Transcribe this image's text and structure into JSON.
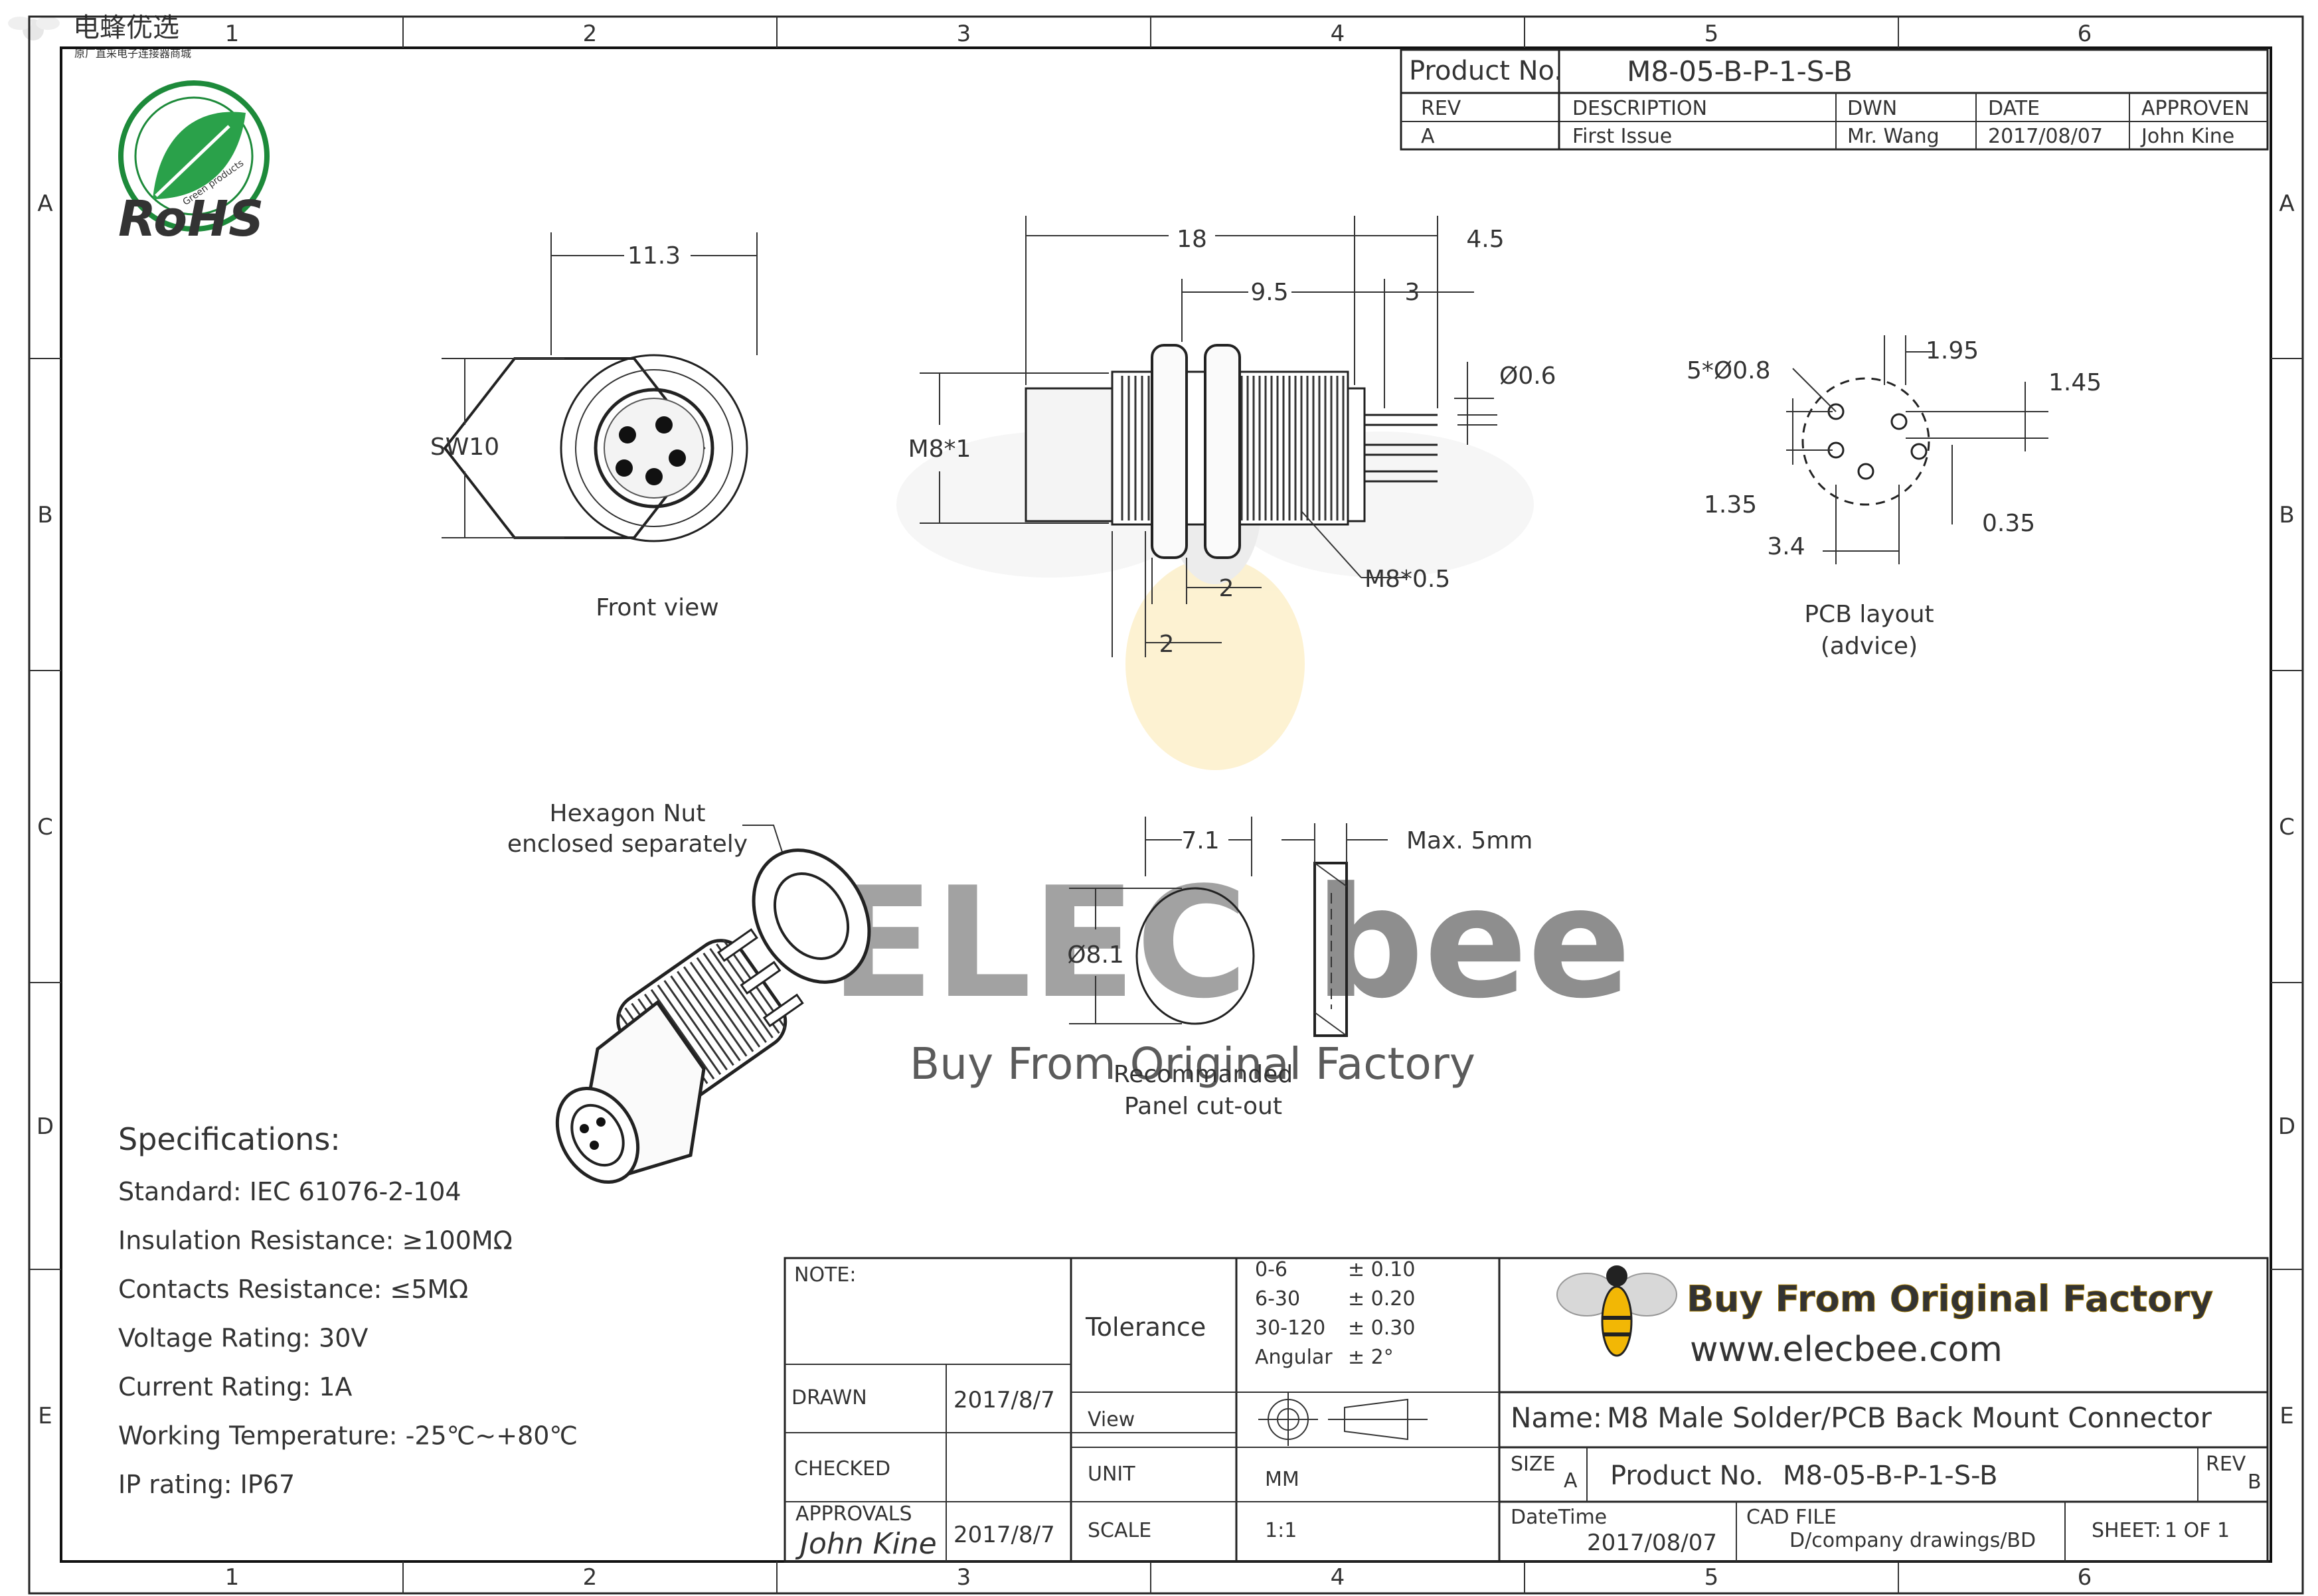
{
  "watermark_top": {
    "brand": "电蜂优选",
    "tagline": "原厂直采电子连接器商城"
  },
  "watermark_center": {
    "logo_text": "ELECbee",
    "slogan": "Buy From Original Factory"
  },
  "rohs": {
    "text": "RoHS",
    "ring_text": "Green products"
  },
  "grid": {
    "columns": [
      "1",
      "2",
      "3",
      "4",
      "5",
      "6"
    ],
    "rows": [
      "A",
      "B",
      "C",
      "D",
      "E"
    ]
  },
  "title_block_top": {
    "product_label": "Product No.",
    "product_value": "M8-05-B-P-1-S-B",
    "headers": [
      "REV",
      "DESCRIPTION",
      "DWN",
      "DATE",
      "APPROVEN"
    ],
    "row": [
      "A",
      "First Issue",
      "Mr. Wang",
      "2017/08/07",
      "John Kine"
    ]
  },
  "front_view": {
    "dim_width": "11.3",
    "dim_sw": "SW10",
    "caption": "Front view"
  },
  "side_view": {
    "dim_18": "18",
    "dim_4_5": "4.5",
    "dim_9_5": "9.5",
    "dim_3": "3",
    "dim_pin": "Ø0.6",
    "dim_thread": "M8*1",
    "dim_thread_fine": "M8*0.5",
    "dim_nut": "2",
    "dim_flange": "2"
  },
  "pcb_layout": {
    "holes": "5*Ø0.8",
    "dim_1_95": "1.95",
    "dim_1_45": "1.45",
    "dim_1_35": "1.35",
    "dim_0_35": "0.35",
    "dim_3_4": "3.4",
    "caption_line1": "PCB layout",
    "caption_line2": "(advice)"
  },
  "hex_nut_note": {
    "line1": "Hexagon Nut",
    "line2": "enclosed separately"
  },
  "panel_cutout": {
    "dim_7_1": "7.1",
    "dim_8_1": "Ø8.1",
    "max": "Max. 5mm",
    "caption_line1": "Recommanded",
    "caption_line2": "Panel cut-out"
  },
  "specifications": {
    "title": "Specifications:",
    "items": [
      "Standard: IEC 61076-2-104",
      "Insulation Resistance: ≥100MΩ",
      "Contacts Resistance: ≤5MΩ",
      "Voltage Rating: 30V",
      "Current Rating: 1A",
      "Working Temperature: -25℃~+80℃",
      "IP rating: IP67"
    ]
  },
  "title_block_bottom": {
    "note_label": "NOTE:",
    "drawn_label": "DRAWN",
    "drawn_date": "2017/8/7",
    "checked_label": "CHECKED",
    "approvals_label": "APPROVALS",
    "approvals_sign": "John Kine",
    "approvals_date": "2017/8/7",
    "tolerance_label": "Tolerance",
    "tol_ranges": [
      "0-6",
      "6-30",
      "30-120",
      "Angular"
    ],
    "tol_values": [
      "± 0.10",
      "± 0.20",
      "± 0.30",
      "± 2°"
    ],
    "view_label": "View",
    "unit_label": "UNIT",
    "unit_value": "MM",
    "scale_label": "SCALE",
    "scale_value": "1:1",
    "brand_slogan": "Buy From Original Factory",
    "brand_url": "www.elecbee.com",
    "name_label": "Name:",
    "name_value": "M8 Male Solder/PCB Back Mount Connector",
    "size_label": "SIZE",
    "size_value": "A",
    "product_label": "Product No.",
    "product_value": "M8-05-B-P-1-S-B",
    "rev_label": "REV",
    "rev_value": "B",
    "datetime_label": "DateTime",
    "datetime_value": "2017/08/07",
    "cad_label": "CAD FILE",
    "cad_value": "D/company drawings/BD",
    "sheet_label": "SHEET:",
    "sheet_value": "1 OF  1"
  },
  "colors": {
    "brand_yellow": "#f2b705",
    "rohs_green": "#1d8a3a",
    "line": "#222222"
  }
}
